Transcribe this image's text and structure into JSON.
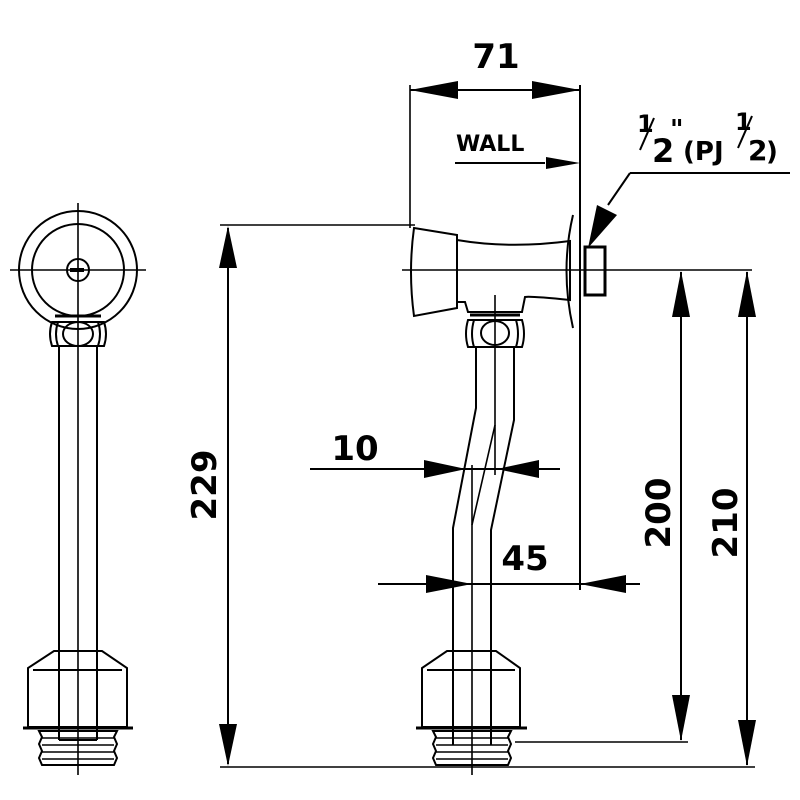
{
  "drawing": {
    "title": "Flush valve technical drawing",
    "views": [
      "front-view",
      "side-view"
    ],
    "units": "mm",
    "colors": {
      "line": "#000000",
      "background": "#ffffff"
    }
  },
  "dimensions": {
    "overall_height": "229",
    "projection_depth": "71",
    "wall_label": "WALL",
    "pipe_offset": "10",
    "pipe_to_wall": "45",
    "centerline_to_thread_top": "200",
    "centerline_to_bottom": "210"
  },
  "thread_spec": {
    "size_num": "1",
    "size_den": "2",
    "inch_mark": "\"",
    "open": "(PJ",
    "size2_num": "1",
    "size2_den": "2",
    "close": ")"
  }
}
